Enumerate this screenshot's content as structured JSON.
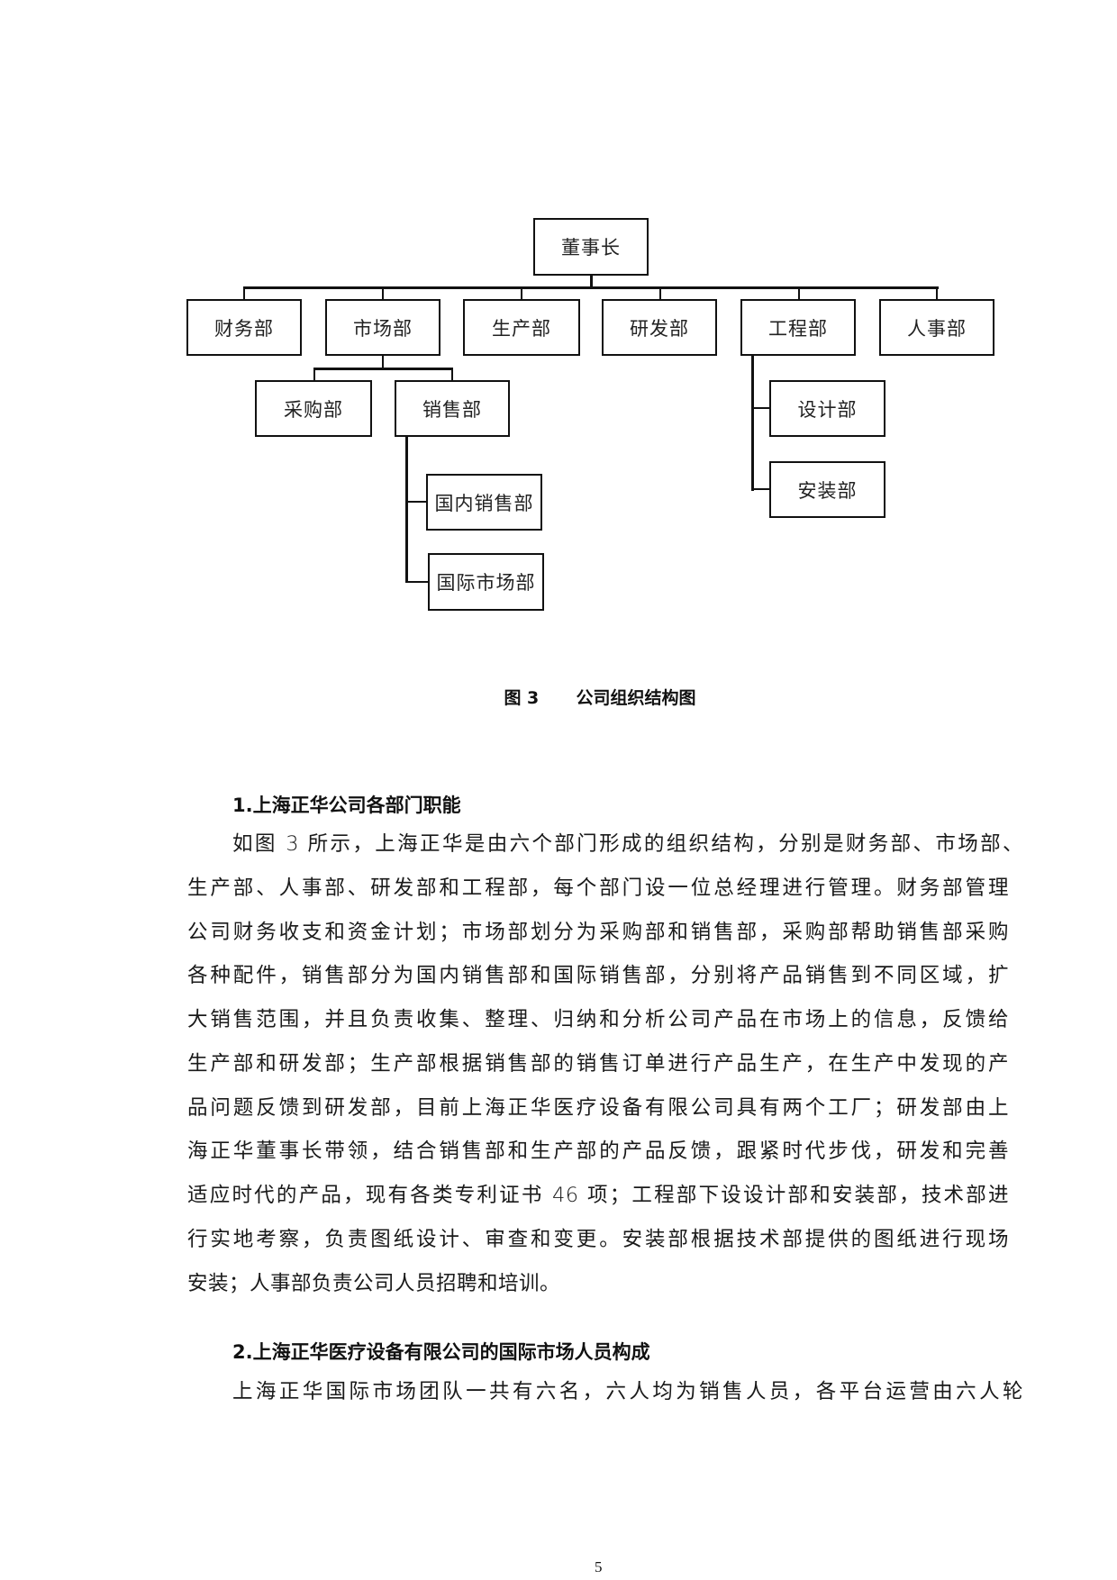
{
  "org_chart": {
    "root": "董事长",
    "departments": [
      "财务部",
      "市场部",
      "生产部",
      "研发部",
      "工程部",
      "人事部"
    ],
    "market_children": [
      "采购部",
      "销售部"
    ],
    "sales_children": [
      "国内销售部",
      "国际市场部"
    ],
    "engineering_children": [
      "设计部",
      "安装部"
    ]
  },
  "caption": {
    "label": "图 3",
    "title": "公司组织结构图"
  },
  "section1": {
    "heading": "1.上海正华公司各部门职能",
    "lines": [
      "如图 3 所示，上海正华是由六个部门形成的组织结构，分别是财务部、市场部、",
      "生产部、人事部、研发部和工程部，每个部门设一位总经理进行管理。财务部管理",
      "公司财务收支和资金计划；市场部划分为采购部和销售部，采购部帮助销售部采购",
      "各种配件，销售部分为国内销售部和国际销售部，分别将产品销售到不同区域，扩",
      "大销售范围，并且负责收集、整理、归纳和分析公司产品在市场上的信息，反馈给",
      "生产部和研发部；生产部根据销售部的销售订单进行产品生产，在生产中发现的产",
      "品问题反馈到研发部，目前上海正华医疗设备有限公司具有两个工厂；研发部由上",
      "海正华董事长带领，结合销售部和生产部的产品反馈，跟紧时代步伐，研发和完善",
      "适应时代的产品，现有各类专利证书 46 项；工程部下设设计部和安装部，技术部进",
      "行实地考察，负责图纸设计、审查和变更。安装部根据技术部提供的图纸进行现场",
      "安装；人事部负责公司人员招聘和培训。"
    ]
  },
  "section2": {
    "heading": "2.上海正华医疗设备有限公司的国际市场人员构成",
    "lines": [
      "上海正华国际市场团队一共有六名，六人均为销售人员，各平台运营由六人轮"
    ]
  },
  "page_number": "5"
}
